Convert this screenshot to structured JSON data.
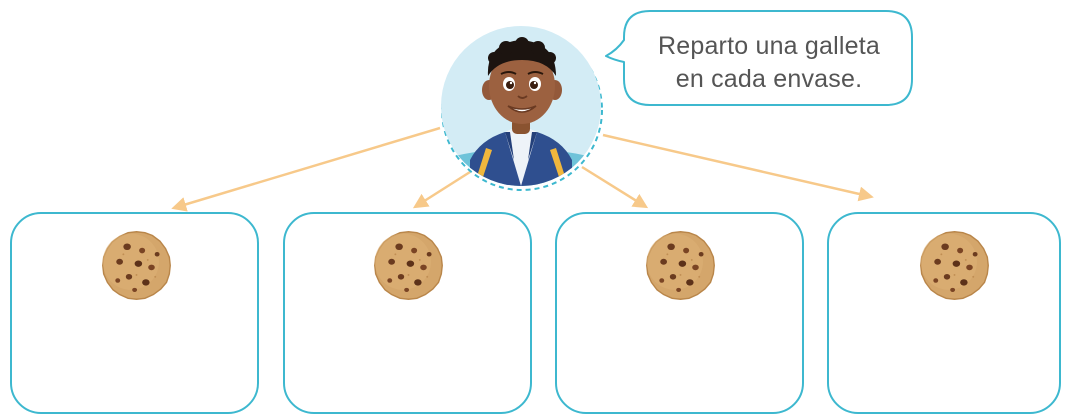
{
  "speech_bubble": {
    "line1": "Reparto una galleta",
    "line2": "en cada envase."
  },
  "character": {
    "name": "boy-avatar"
  },
  "containers": [
    {
      "label": "container-1",
      "cookies": 1
    },
    {
      "label": "container-2",
      "cookies": 1
    },
    {
      "label": "container-3",
      "cookies": 1
    },
    {
      "label": "container-4",
      "cookies": 1
    }
  ],
  "colors": {
    "outline": "#3db8cf",
    "arrow": "#f7c98a",
    "avatar_bg": "#d3ecf5",
    "cookie": "#d4a66b",
    "chip": "#6b3b1f"
  }
}
